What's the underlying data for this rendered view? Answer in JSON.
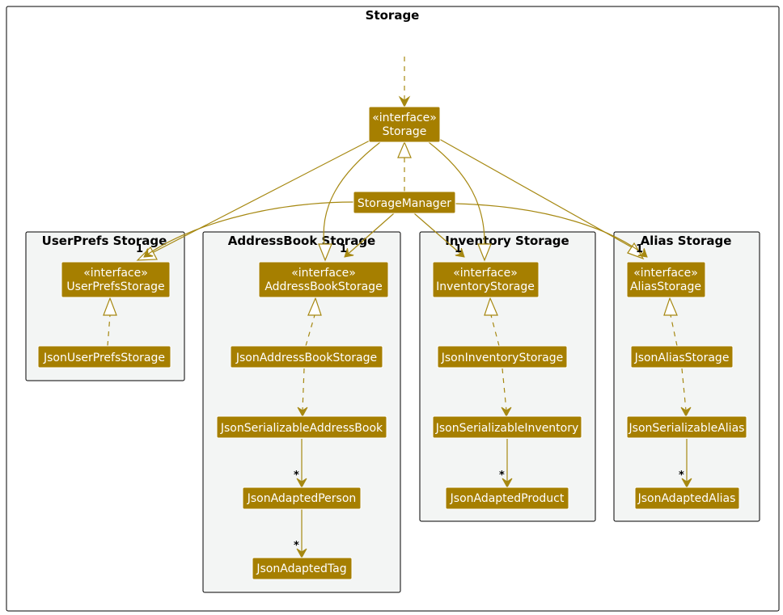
{
  "packages": {
    "storage": "Storage",
    "userprefs": "UserPrefs Storage",
    "addressbook": "AddressBook Storage",
    "inventory": "Inventory Storage",
    "alias": "Alias Storage"
  },
  "classes": {
    "storage": {
      "stereotype": "«interface»",
      "name": "Storage"
    },
    "storage_manager": {
      "name": "StorageManager"
    },
    "userprefs_storage": {
      "stereotype": "«interface»",
      "name": "UserPrefsStorage"
    },
    "json_userprefs_storage": {
      "name": "JsonUserPrefsStorage"
    },
    "addressbook_storage": {
      "stereotype": "«interface»",
      "name": "AddressBookStorage"
    },
    "json_addressbook_storage": {
      "name": "JsonAddressBookStorage"
    },
    "json_serializable_addressbook": {
      "name": "JsonSerializableAddressBook"
    },
    "json_adapted_person": {
      "name": "JsonAdaptedPerson"
    },
    "json_adapted_tag": {
      "name": "JsonAdaptedTag"
    },
    "inventory_storage": {
      "stereotype": "«interface»",
      "name": "InventoryStorage"
    },
    "json_inventory_storage": {
      "name": "JsonInventoryStorage"
    },
    "json_serializable_inventory": {
      "name": "JsonSerializableInventory"
    },
    "json_adapted_product": {
      "name": "JsonAdaptedProduct"
    },
    "alias_storage": {
      "stereotype": "«interface»",
      "name": "AliasStorage"
    },
    "json_alias_storage": {
      "name": "JsonAliasStorage"
    },
    "json_serializable_alias": {
      "name": "JsonSerializableAlias"
    },
    "json_adapted_alias": {
      "name": "JsonAdaptedAlias"
    }
  },
  "multiplicities": {
    "one": "1",
    "many": "*"
  },
  "colors": {
    "class_fill": "#a67f00",
    "edge": "#a68811",
    "package_fill": "#f3f5f4"
  }
}
